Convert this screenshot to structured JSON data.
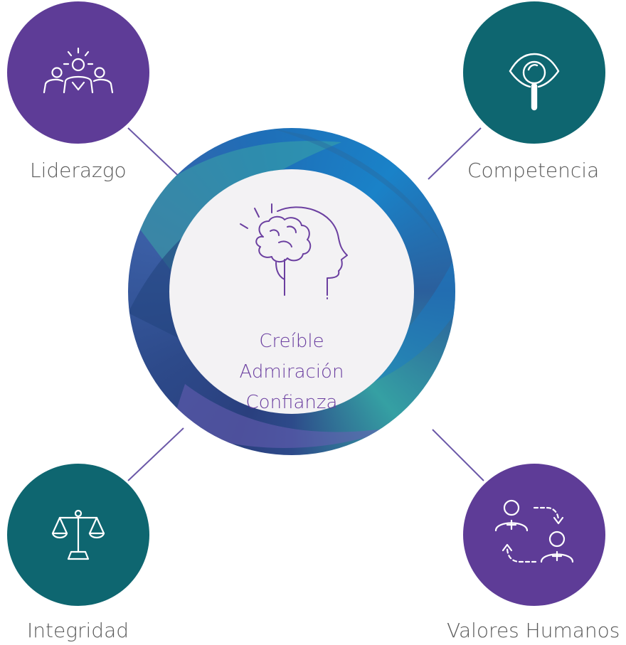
{
  "center": {
    "lines": [
      "Creíble",
      "Admiración",
      "Confianza"
    ],
    "icon": "brain-head-icon"
  },
  "nodes": [
    {
      "id": "liderazgo",
      "label": "Liderazgo",
      "icon": "team-leader-icon",
      "color": "#5e3c97"
    },
    {
      "id": "competencia",
      "label": "Competencia",
      "icon": "eye-magnifier-icon",
      "color": "#0e6670"
    },
    {
      "id": "integridad",
      "label": "Integridad",
      "icon": "scales-icon",
      "color": "#0e6670"
    },
    {
      "id": "valores",
      "label": "Valores Humanos",
      "icon": "people-exchange-icon",
      "color": "#5e3c97"
    }
  ],
  "colors": {
    "purple": "#5e3c97",
    "teal": "#0e6670",
    "connector": "#6b58a8",
    "center_text": "#6b3fa0",
    "label_text": "#5a5a5a"
  }
}
